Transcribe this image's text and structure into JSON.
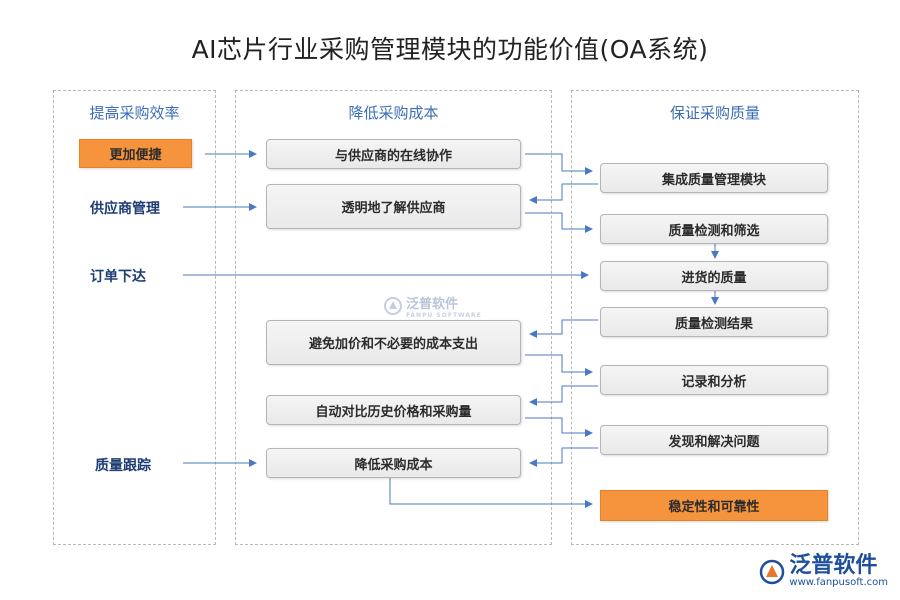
{
  "title": "AI芯片行业采购管理模块的功能价值(OA系统)",
  "columns": {
    "left": "提高采购效率",
    "middle": "降低采购成本",
    "right": "保证采购质量"
  },
  "left_items": {
    "convenient": "更加便捷",
    "supplier_mgmt": "供应商管理",
    "order": "订单下达",
    "quality_track": "质量跟踪"
  },
  "middle_items": {
    "online_collab": "与供应商的在线协作",
    "transparent": "透明地了解供应商",
    "avoid_markup": "避免加价和不必要的成本支出",
    "auto_compare": "自动对比历史价格和采购量",
    "reduce_cost": "降低采购成本"
  },
  "right_items": {
    "integrated_qm": "集成质量管理模块",
    "inspection": "质量检测和筛选",
    "incoming_quality": "进货的质量",
    "inspection_result": "质量检测结果",
    "record_analysis": "记录和分析",
    "find_solve": "发现和解决问题",
    "stability": "稳定性和可靠性"
  },
  "watermark": {
    "center_brand": "泛普软件",
    "center_sub": "FANPU SOFTWARE",
    "corner_brand": "泛普软件",
    "corner_url": "www.fanpusoft.com"
  },
  "colors": {
    "accent_orange": "#f5943c",
    "arrow_blue": "#4a78c2",
    "header_blue": "#3a6db5"
  }
}
